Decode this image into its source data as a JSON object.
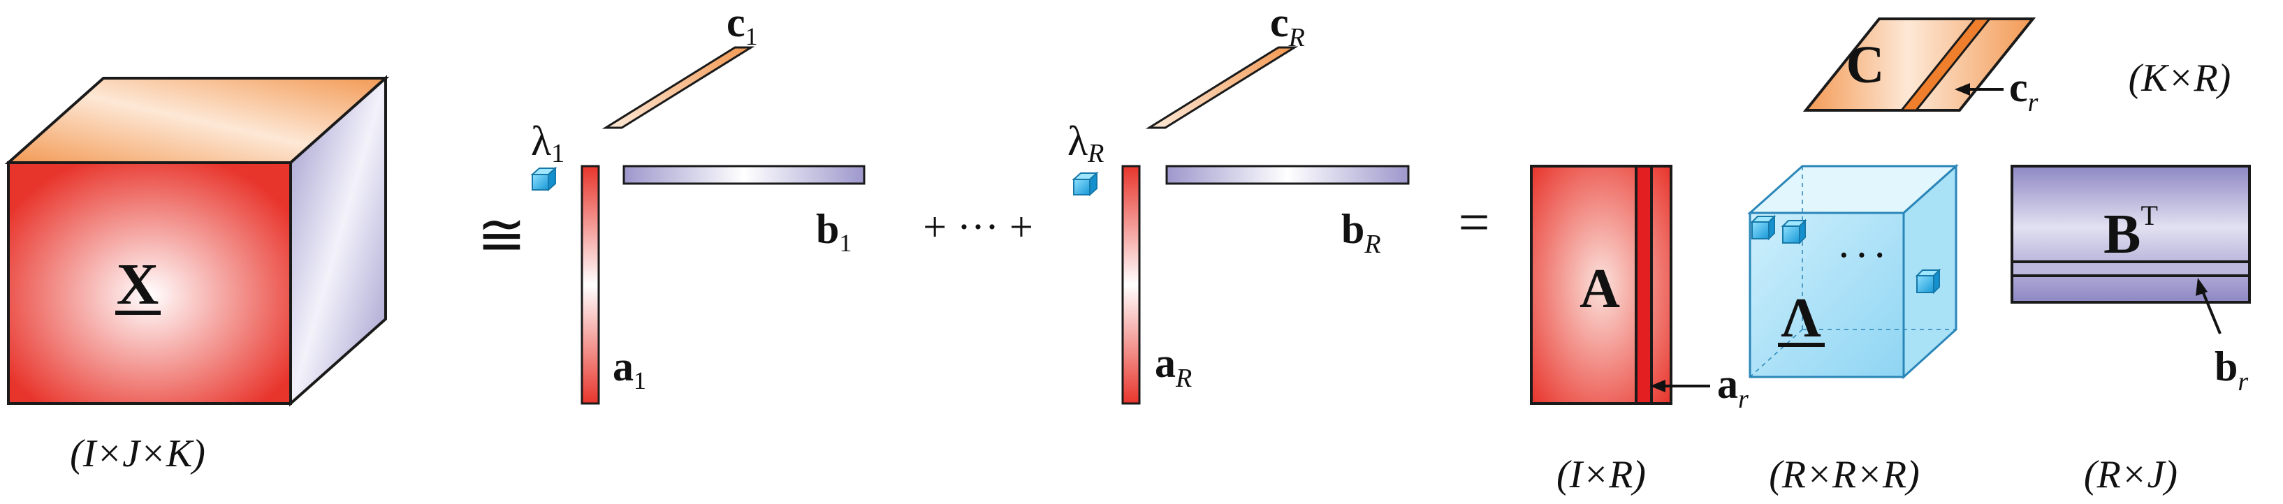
{
  "tensor": {
    "symbol": "X",
    "dims": "(I×J×K)"
  },
  "approx_symbol": "≅",
  "plus_ellipsis": "+ ··· +",
  "equals": "=",
  "term1": {
    "lambda": "λ",
    "lambda_sub": "1",
    "a": "a",
    "a_sub": "1",
    "b": "b",
    "b_sub": "1",
    "c": "c",
    "c_sub": "1"
  },
  "termR": {
    "lambda": "λ",
    "lambda_sub": "R",
    "a": "a",
    "a_sub": "R",
    "b": "b",
    "b_sub": "R",
    "c": "c",
    "c_sub": "R"
  },
  "matrixA": {
    "label": "A",
    "col": "a",
    "col_sub": "r",
    "dims": "(I×R)"
  },
  "core": {
    "label": "Λ",
    "dots": "· · ·",
    "dims": "(R×R×R)"
  },
  "matrixB": {
    "label": "B",
    "sup": "T",
    "row": "b",
    "row_sub": "r",
    "dims": "(R×J)"
  },
  "matrixC": {
    "label": "C",
    "row": "c",
    "row_sub": "r",
    "dims": "(K×R)"
  },
  "colors": {
    "red": "#e8352c",
    "orange": "#f39a55",
    "lavender": "#9d98cc",
    "cyan": "#39b8ec"
  }
}
